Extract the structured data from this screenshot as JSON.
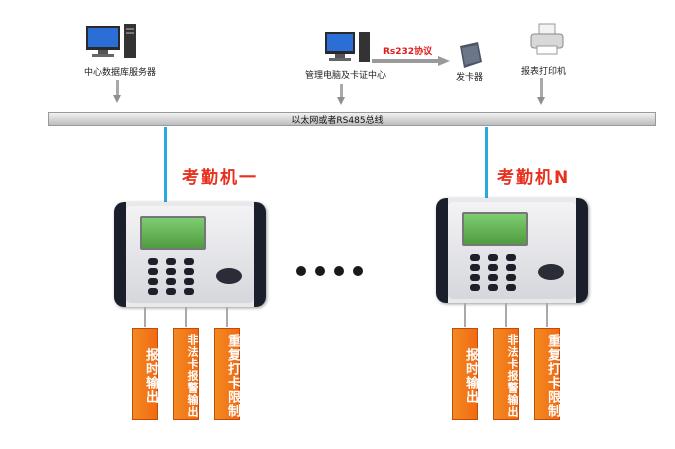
{
  "nodes": {
    "server_label": "中心数据库服务器",
    "manager_label": "管理电脑及卡证中心",
    "card_issuer_label": "发卡器",
    "printer_label": "报表打印机",
    "link_label": "Rs232协议"
  },
  "bus": {
    "label": "以太网或者RS485总线"
  },
  "terminals": [
    {
      "title": "考勤机一",
      "outputs": [
        "报时输出",
        "非法卡报警输出",
        "重复打卡限制"
      ]
    },
    {
      "title": "考勤机N",
      "outputs": [
        "报时输出",
        "非法卡报警输出",
        "重复打卡限制"
      ]
    }
  ],
  "colors": {
    "title": "#e8301e",
    "connector": "#2aa9e0",
    "output_box": "#f27a1a",
    "bus": "#bdbdbd"
  },
  "icons": [
    "desktop-computer-icon",
    "card-reader-icon",
    "printer-icon"
  ]
}
